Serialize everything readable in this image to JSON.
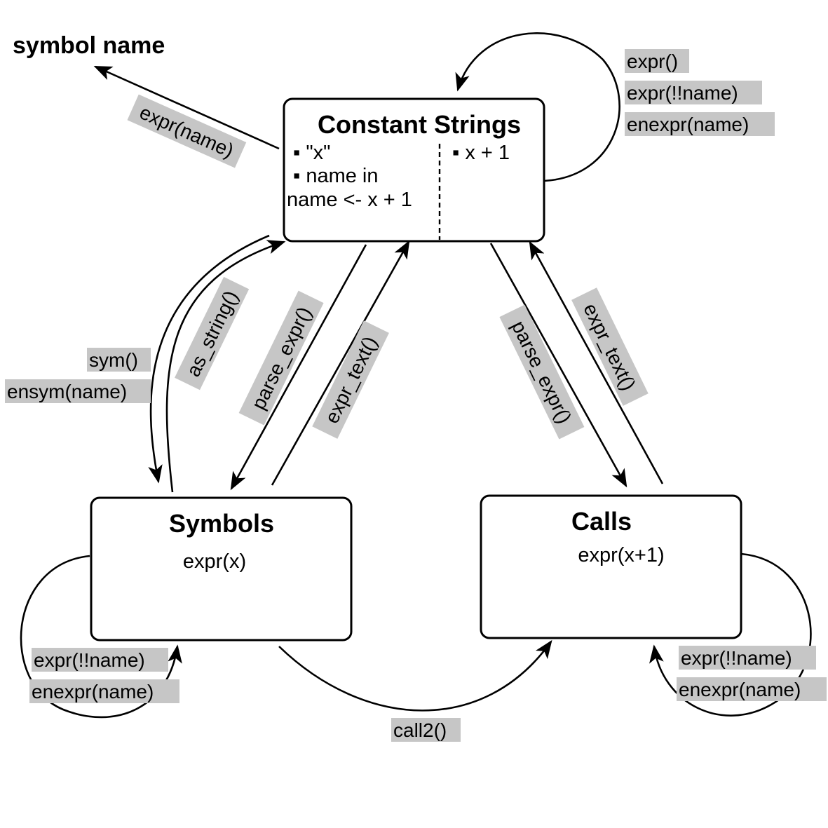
{
  "heading": "symbol name",
  "nodes": {
    "constant_strings": {
      "title": "Constant Strings",
      "left_items": [
        "▪ \"x\"",
        "▪ name in",
        "name <- x + 1"
      ],
      "right_items": [
        "▪ x + 1"
      ]
    },
    "symbols": {
      "title": "Symbols",
      "example": "expr(x)"
    },
    "calls": {
      "title": "Calls",
      "example": "expr(x+1)"
    }
  },
  "edges": {
    "strings_to_symbol_name": [
      "expr(name)"
    ],
    "strings_self_loop": [
      "expr()",
      "expr(!!name)",
      "enexpr(name)"
    ],
    "strings_to_symbols": [
      "sym()",
      "ensym(name)"
    ],
    "symbols_to_strings": [
      "as_string()"
    ],
    "strings_to_symbols_parse": [
      "parse_expr()"
    ],
    "symbols_to_strings_text": [
      "expr_text()"
    ],
    "strings_to_calls_parse": [
      "parse_expr()"
    ],
    "calls_to_strings_text": [
      "expr_text()"
    ],
    "symbols_self_loop": [
      "expr(!!name)",
      "enexpr(name)"
    ],
    "calls_self_loop": [
      "expr(!!name)",
      "enexpr(name)"
    ],
    "symbols_to_calls": [
      "call2()"
    ]
  }
}
